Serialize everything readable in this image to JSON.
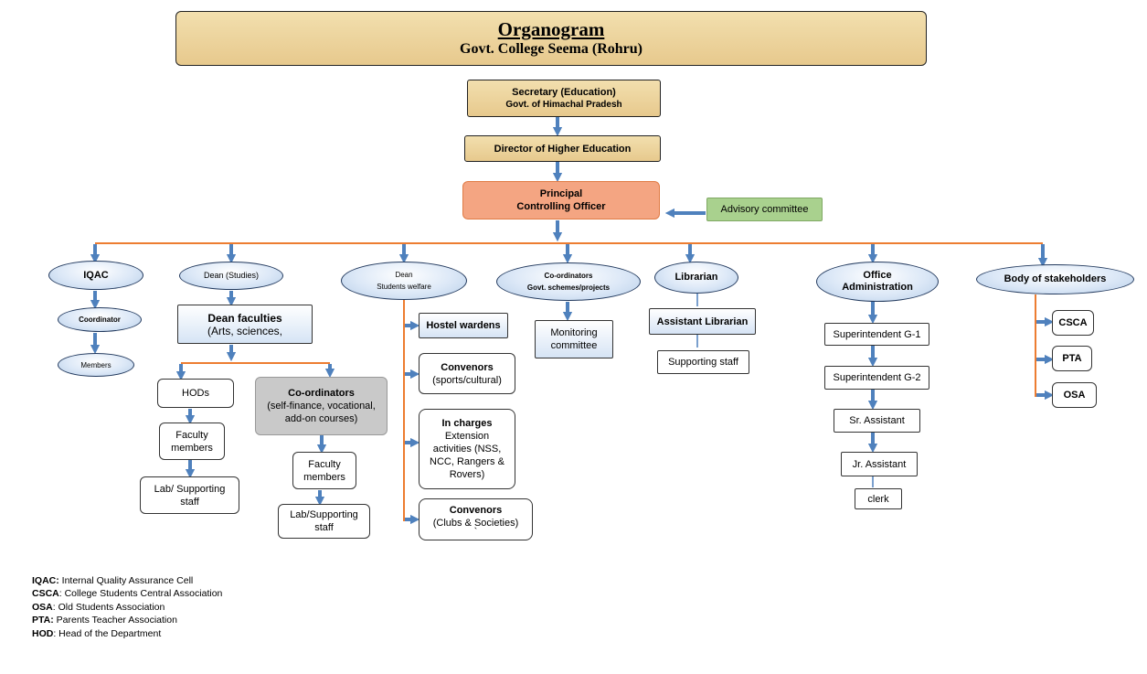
{
  "header": {
    "title": "Organogram",
    "subtitle": "Govt. College Seema (Rohru)"
  },
  "top": {
    "secretary": [
      "Secretary (Education)",
      "Govt. of Himachal Pradesh"
    ],
    "director": "Director of Higher Education",
    "principal": [
      "Principal",
      "Controlling Officer"
    ],
    "advisory": "Advisory committee"
  },
  "iqac": {
    "label": "IQAC",
    "coordinator": "Coordinator",
    "members": "Members"
  },
  "dean_studies": {
    "label": "Dean (Studies)",
    "faculties": [
      "Dean faculties",
      "(Arts, sciences,"
    ],
    "hods": "HODs",
    "faculty_members_1": [
      "Faculty",
      "members"
    ],
    "lab_staff_1": [
      "Lab/ Supporting",
      "staff"
    ],
    "coordinators": [
      "Co-ordinators",
      "(self-finance, vocational,",
      "add-on courses)"
    ],
    "faculty_members_2": [
      "Faculty",
      "members"
    ],
    "lab_staff_2": [
      "Lab/Supporting",
      "staff"
    ]
  },
  "dean_welfare": {
    "label": [
      "Dean",
      "Students welfare"
    ],
    "hostel": "Hostel wardens",
    "convenors_sports": [
      "Convenors",
      "(sports/cultural)"
    ],
    "incharges": [
      "In charges",
      "Extension",
      "activities (NSS,",
      "NCC, Rangers &",
      "Rovers)"
    ],
    "convenors_clubs": [
      "Convenors",
      "(Clubs & Societies)",
      "`"
    ]
  },
  "coordinators_schemes": {
    "label": [
      "Co-ordinators",
      "Govt. schemes/projects"
    ],
    "monitoring": [
      "Monitoring",
      "committee"
    ]
  },
  "librarian": {
    "label": "Librarian",
    "assistant": "Assistant Librarian",
    "staff": "Supporting staff"
  },
  "office": {
    "label": [
      "Office",
      "Administration"
    ],
    "items": [
      "Superintendent G-1",
      "Superintendent G-2",
      "Sr. Assistant",
      "Jr. Assistant",
      "clerk"
    ]
  },
  "stakeholders": {
    "label": "Body of stakeholders",
    "items": [
      "CSCA",
      "PTA",
      "OSA"
    ]
  },
  "legend": [
    {
      "key": "IQAC:",
      "text": " Internal Quality Assurance Cell"
    },
    {
      "key": "CSCA",
      "text": ": College Students Central Association"
    },
    {
      "key": "OSA",
      "text": ": Old Students Association"
    },
    {
      "key": "PTA:",
      "text": " Parents Teacher Association"
    },
    {
      "key": "HOD",
      "text": ": Head of the Department"
    }
  ],
  "colors": {
    "arrow": "#4f81bd",
    "orange_line": "#ed7d31",
    "principal": "#f4a582",
    "advisory": "#a9d18e",
    "coordinators_gray": "#c9c9c9"
  }
}
